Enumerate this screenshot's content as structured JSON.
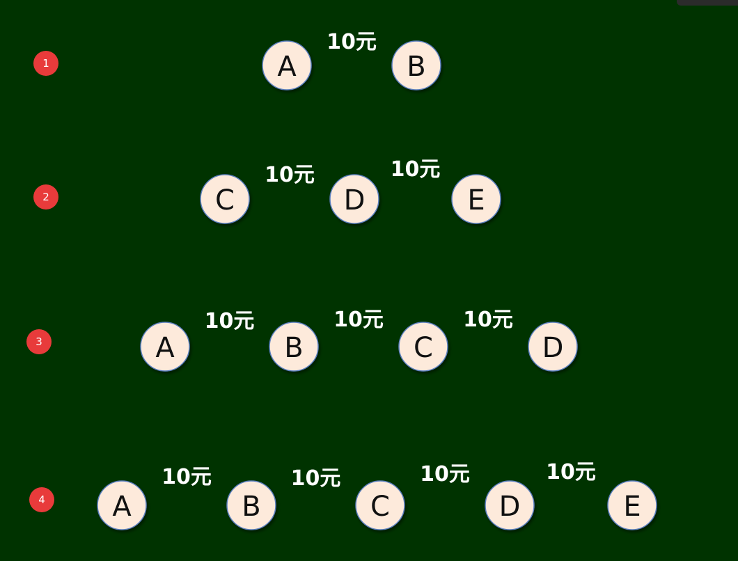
{
  "colors": {
    "background": "#003300",
    "node_fill": "#fdeadb",
    "node_stroke": "#5b7fbf",
    "edge": "#ffffff",
    "badge": "#e83b3b"
  },
  "rows": [
    {
      "badge": "1",
      "nodes": [
        "A",
        "B"
      ],
      "edges": [
        "10元"
      ]
    },
    {
      "badge": "2",
      "nodes": [
        "C",
        "D",
        "E"
      ],
      "edges": [
        "10元",
        "10元"
      ]
    },
    {
      "badge": "3",
      "nodes": [
        "A",
        "B",
        "C",
        "D"
      ],
      "edges": [
        "10元",
        "10元",
        "10元"
      ]
    },
    {
      "badge": "4",
      "nodes": [
        "A",
        "B",
        "C",
        "D",
        "E"
      ],
      "edges": [
        "10元",
        "10元",
        "10元",
        "10元"
      ]
    }
  ]
}
